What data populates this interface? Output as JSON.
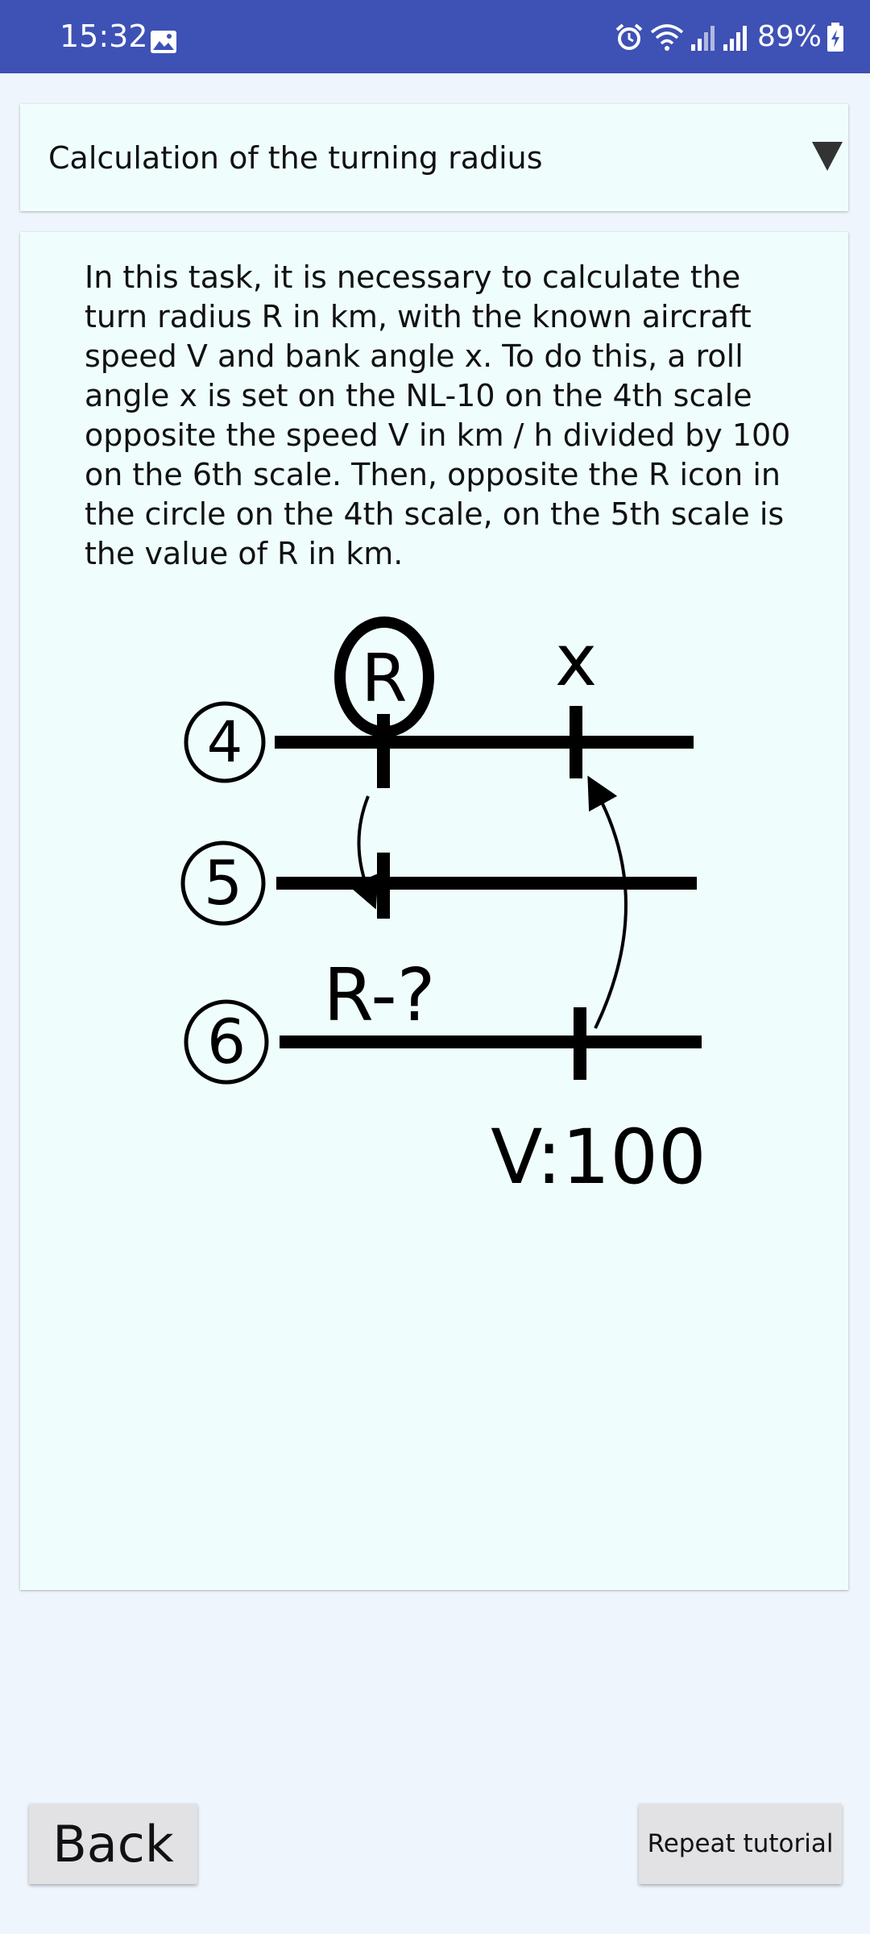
{
  "status_bar": {
    "time": "15:32",
    "battery": "89%",
    "icons": [
      "image-icon",
      "alarm-icon",
      "wifi-icon",
      "signal-icon",
      "signal-icon",
      "battery-charging-icon"
    ]
  },
  "spinner": {
    "selected": "Calculation of the turning radius",
    "arrow_icon": "dropdown-triangle-icon"
  },
  "content": {
    "description": "In this task, it is necessary to calculate the turn radius R in km, with the known aircraft speed V and bank angle x. To do this, a roll angle x is set on the NL-10 on the 4th scale opposite the speed V in km / h divided by 100 on the 6th scale. Then, opposite the R icon in the circle on the 4th scale, on the 5th scale is the value of R in km.",
    "diagram": {
      "scale_4": "4",
      "scale_5": "5",
      "scale_6": "6",
      "r_marker": "R",
      "x_label": "x",
      "r_result": "R-?",
      "v_label": "V:100"
    }
  },
  "buttons": {
    "back": "Back",
    "repeat": "Repeat tutorial"
  },
  "colors": {
    "status_bar": "#3e51b5",
    "background": "#eff5fc",
    "card": "#effefd",
    "button": "#e2e2e4"
  }
}
